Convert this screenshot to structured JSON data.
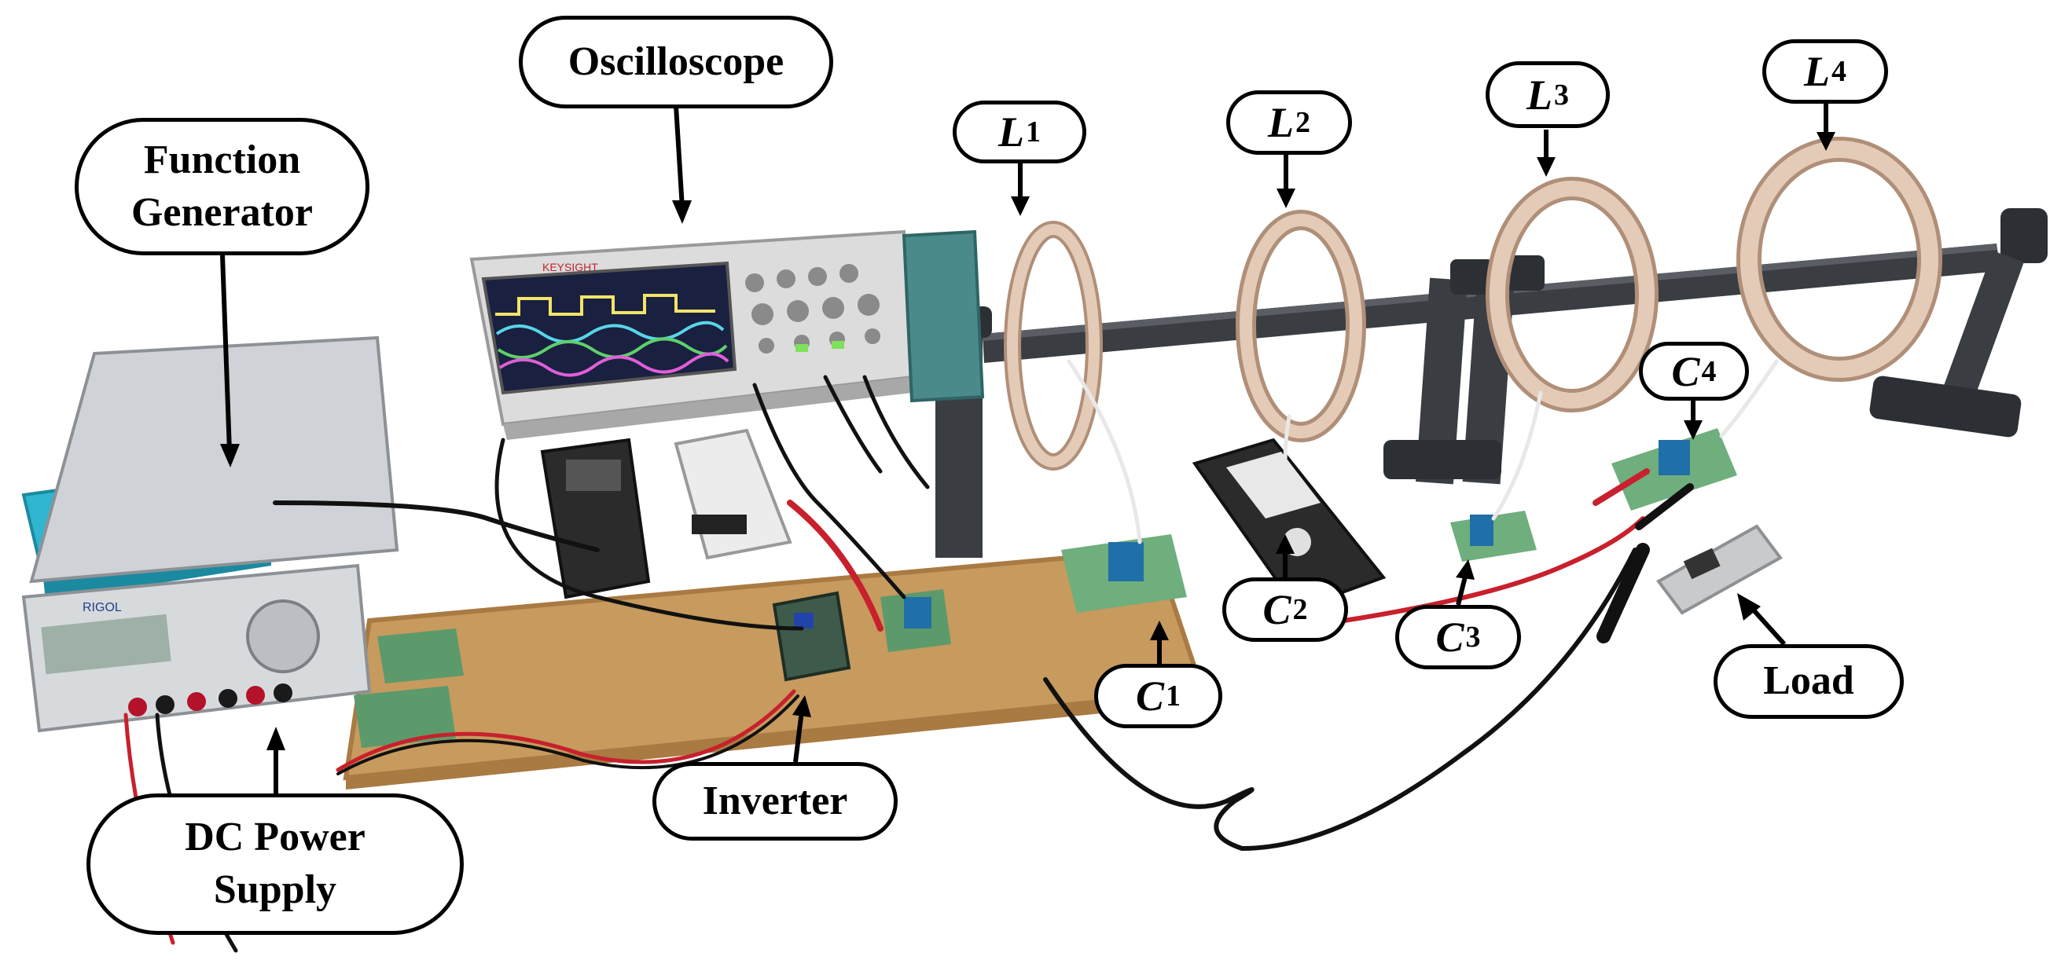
{
  "labels": {
    "function_generator": {
      "line1": "Function",
      "line2": "Generator"
    },
    "oscilloscope": "Oscilloscope",
    "dc_power_supply": {
      "line1": "DC Power",
      "line2": "Supply"
    },
    "inverter": "Inverter",
    "load": "Load",
    "coils": [
      {
        "letter": "L",
        "sub": "1"
      },
      {
        "letter": "L",
        "sub": "2"
      },
      {
        "letter": "L",
        "sub": "3"
      },
      {
        "letter": "L",
        "sub": "4"
      }
    ],
    "caps": [
      {
        "letter": "C",
        "sub": "1"
      },
      {
        "letter": "C",
        "sub": "2"
      },
      {
        "letter": "C",
        "sub": "3"
      },
      {
        "letter": "C",
        "sub": "4"
      }
    ]
  },
  "device_text": {
    "supply_brand": "RIGOL",
    "scope_brand": "KEYSIGHT"
  },
  "colors": {
    "board": "#c79a5e",
    "board_edge": "#a97a42",
    "pipe": "#3a3d42",
    "pipe_dark": "#25272b",
    "coil": "#d8b9a3",
    "coil_edge": "#b08f78",
    "pcb_green": "#5c9a6c",
    "relay_blue": "#1f6fa8",
    "generator_teal": "#2fb5cf",
    "supply_gray": "#cfd2d6",
    "scope_gray": "#dcdcdc",
    "screen": "#1a2040",
    "cable_red": "#c8202c",
    "cable_black": "#111111"
  }
}
